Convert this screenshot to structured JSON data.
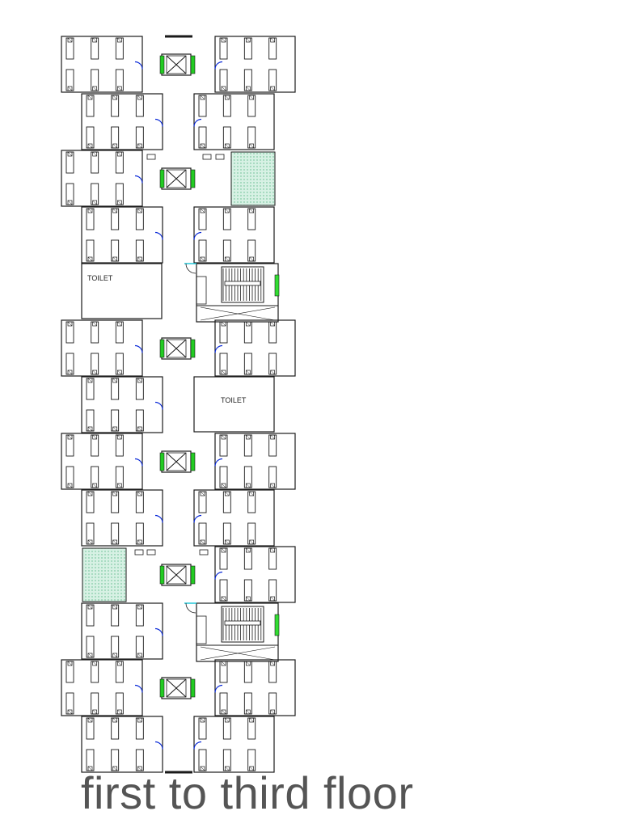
{
  "drawing": {
    "caption": "first to third floor",
    "labels": {
      "toilet_a": "TOILET",
      "toilet_b": "TOILET"
    },
    "colors": {
      "line": "#1a1a1a",
      "door": "#0a2ad8",
      "lift_green": "#22cc22",
      "stair_green": "#33dd33",
      "hatch": "#cfeede",
      "hatch_dot": "#6fc49a",
      "cyan": "#22c7d9"
    }
  }
}
